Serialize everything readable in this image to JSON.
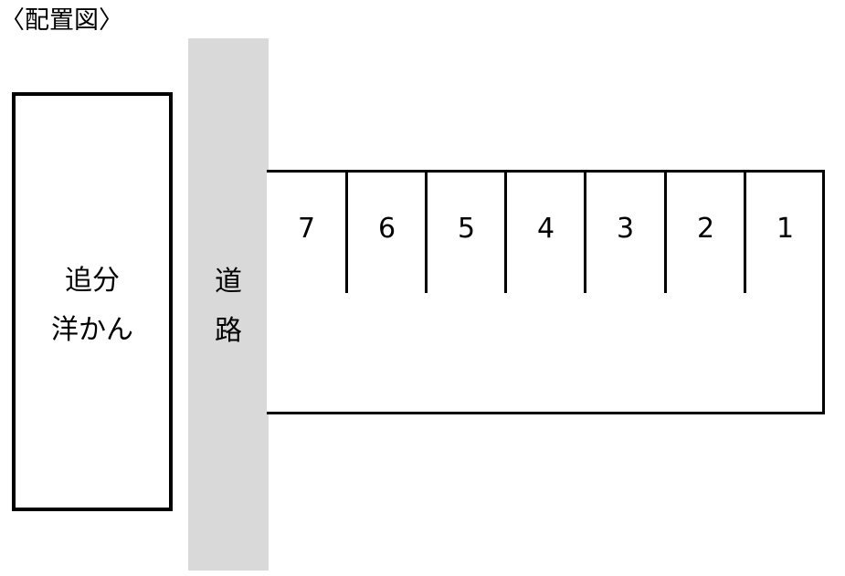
{
  "title": "〈配置図〉",
  "store": {
    "line1": "追分",
    "line2": "洋かん"
  },
  "road": {
    "line1": "道",
    "line2": "路",
    "color": "#d9d9d9"
  },
  "parking": {
    "stalls": [
      {
        "number": "7"
      },
      {
        "number": "6"
      },
      {
        "number": "5"
      },
      {
        "number": "4"
      },
      {
        "number": "3"
      },
      {
        "number": "2"
      },
      {
        "number": "1"
      }
    ]
  }
}
